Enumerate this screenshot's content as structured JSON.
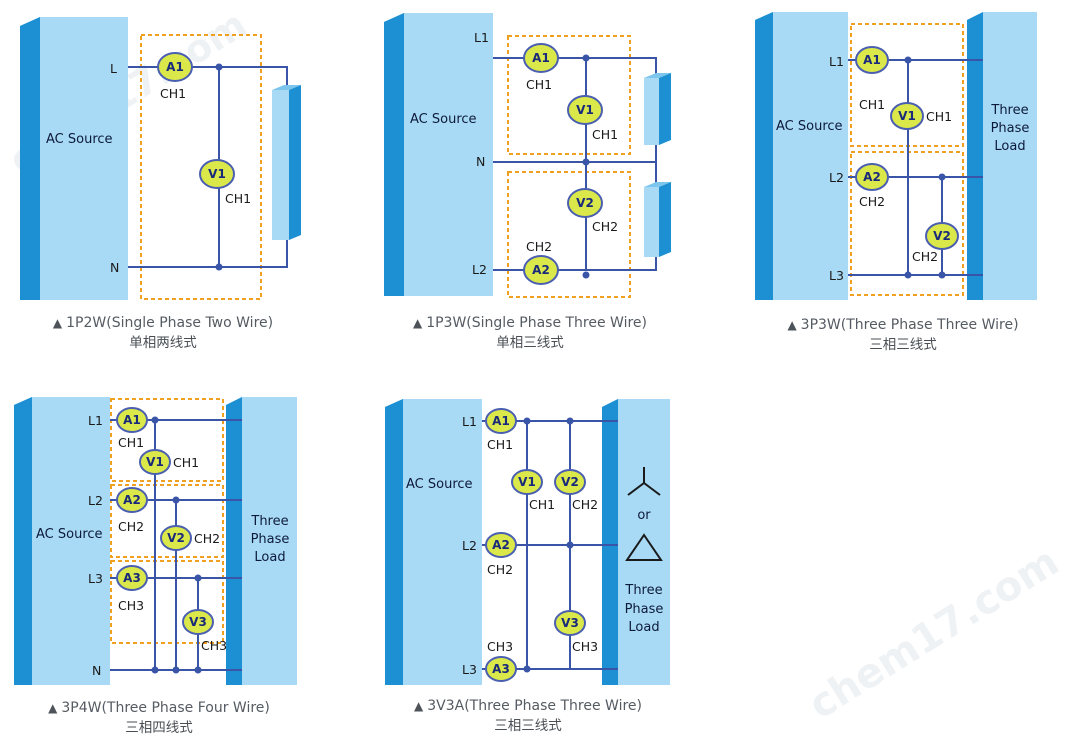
{
  "colors": {
    "wire": "#3a55a8",
    "meter_fill": "#dbe84a",
    "meter_stroke": "#4a5fb0",
    "box_dash": "#f0a020",
    "panel_front": "#a8daf6",
    "panel_side": "#1d8fd3",
    "panel_top": "#7cc6ee"
  },
  "watermark": "chem17.com",
  "diagrams": [
    {
      "id": "1p2w",
      "caption": "1P2W(Single Phase Two Wire)",
      "caption_zh": "单相两线式",
      "source_label": "AC Source",
      "lines": [
        "L",
        "N"
      ],
      "meters": [
        {
          "name": "A1",
          "ch": "CH1"
        },
        {
          "name": "V1",
          "ch": "CH1"
        }
      ]
    },
    {
      "id": "1p3w",
      "caption": "1P3W(Single Phase Three Wire)",
      "caption_zh": "单相三线式",
      "source_label": "AC Source",
      "lines": [
        "L1",
        "N",
        "L2"
      ],
      "meters": [
        {
          "name": "A1",
          "ch": "CH1"
        },
        {
          "name": "V1",
          "ch": "CH1"
        },
        {
          "name": "V2",
          "ch": "CH2"
        },
        {
          "name": "A2",
          "ch": "CH2"
        }
      ]
    },
    {
      "id": "3p3w",
      "caption": "3P3W(Three Phase Three Wire)",
      "caption_zh": "三相三线式",
      "source_label": "AC Source",
      "load_label": [
        "Three",
        "Phase",
        "Load"
      ],
      "lines": [
        "L1",
        "L2",
        "L3"
      ],
      "meters": [
        {
          "name": "A1",
          "ch": "CH1"
        },
        {
          "name": "V1",
          "ch": "CH1"
        },
        {
          "name": "A2",
          "ch": "CH2"
        },
        {
          "name": "V2",
          "ch": "CH2"
        }
      ]
    },
    {
      "id": "3p4w",
      "caption": "3P4W(Three Phase Four Wire)",
      "caption_zh": "三相四线式",
      "source_label": "AC Source",
      "load_label": [
        "Three",
        "Phase",
        "Load"
      ],
      "lines": [
        "L1",
        "L2",
        "L3",
        "N"
      ],
      "meters": [
        {
          "name": "A1",
          "ch": "CH1"
        },
        {
          "name": "V1",
          "ch": "CH1"
        },
        {
          "name": "A2",
          "ch": "CH2"
        },
        {
          "name": "V2",
          "ch": "CH2"
        },
        {
          "name": "A3",
          "ch": "CH3"
        },
        {
          "name": "V3",
          "ch": "CH3"
        }
      ]
    },
    {
      "id": "3v3a",
      "caption": "3V3A(Three Phase Three Wire)",
      "caption_zh": "三相三线式",
      "source_label": "AC Source",
      "load_label": [
        "Three",
        "Phase",
        "Load"
      ],
      "or_label": "or",
      "lines": [
        "L1",
        "L2",
        "L3"
      ],
      "meters": [
        {
          "name": "A1",
          "ch": "CH1"
        },
        {
          "name": "V1",
          "ch": "CH1"
        },
        {
          "name": "V2",
          "ch": "CH2"
        },
        {
          "name": "A2",
          "ch": "CH2"
        },
        {
          "name": "V3",
          "ch": "CH3"
        },
        {
          "name": "A3",
          "ch": "CH3"
        }
      ]
    }
  ]
}
